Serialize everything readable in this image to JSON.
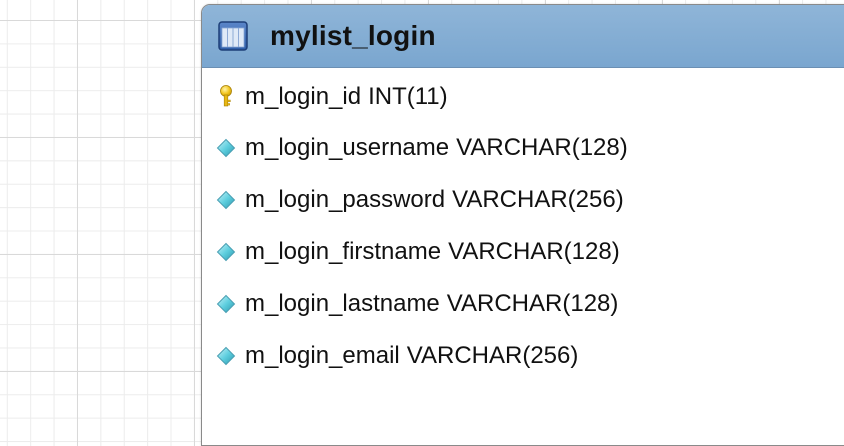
{
  "table": {
    "title": "mylist_login",
    "header_color": "#83add4",
    "icon": "table-grid-icon",
    "columns": [
      {
        "name": "m_login_id",
        "type": "INT(11)",
        "icon": "primary-key-icon",
        "key": true
      },
      {
        "name": "m_login_username",
        "type": "VARCHAR(128)",
        "icon": "column-diamond-icon",
        "key": false
      },
      {
        "name": "m_login_password",
        "type": "VARCHAR(256)",
        "icon": "column-diamond-icon",
        "key": false
      },
      {
        "name": "m_login_firstname",
        "type": "VARCHAR(128)",
        "icon": "column-diamond-icon",
        "key": false
      },
      {
        "name": "m_login_lastname",
        "type": "VARCHAR(128)",
        "icon": "column-diamond-icon",
        "key": false
      },
      {
        "name": "m_login_email",
        "type": "VARCHAR(256)",
        "icon": "column-diamond-icon",
        "key": false
      }
    ]
  }
}
